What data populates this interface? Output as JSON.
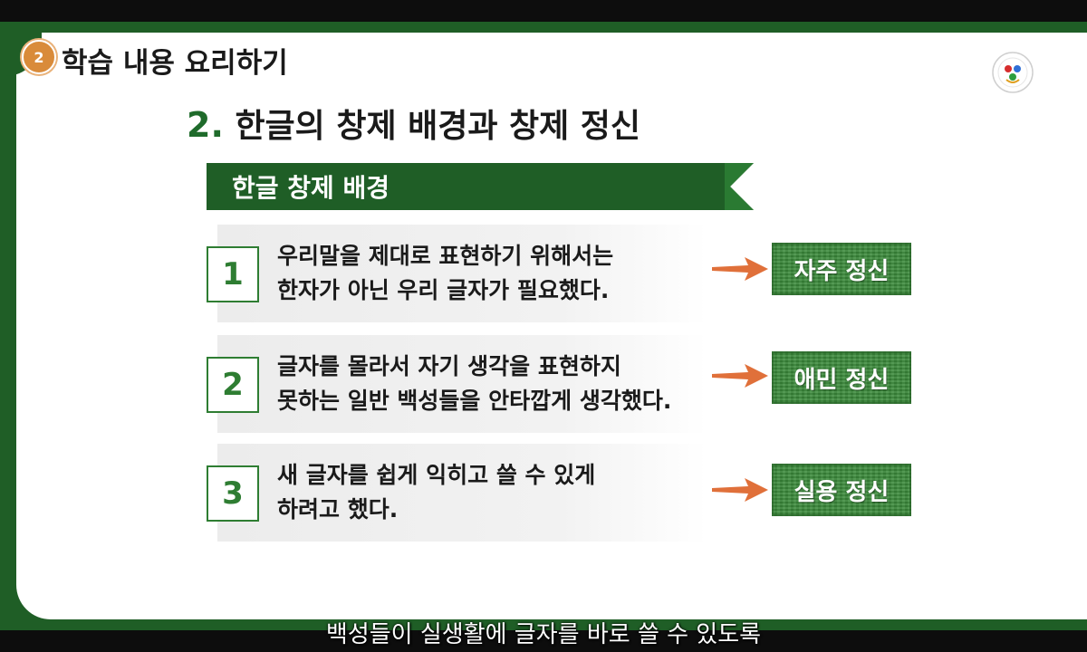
{
  "section": {
    "number": "2",
    "title": "학습 내용 요리하기"
  },
  "main_title": {
    "number": "2.",
    "text": "한글의 창제 배경과 창제 정신"
  },
  "banner": {
    "label": "한글 창제 배경"
  },
  "items": [
    {
      "number": "1",
      "line1": "우리말을 제대로 표현하기 위해서는",
      "line2": "한자가 아닌 우리 글자가 필요했다.",
      "tag": "자주 정신"
    },
    {
      "number": "2",
      "line1": "글자를 몰라서 자기 생각을 표현하지",
      "line2": "못하는 일반 백성들을 안타깝게 생각했다.",
      "tag": "애민 정신"
    },
    {
      "number": "3",
      "line1": "새 글자를 쉽게 익히고 쓸 수 있게",
      "line2": "하려고 했다.",
      "tag": "실용 정신"
    }
  ],
  "subtitle": "백성들이 실생활에 글자를 바로 쓸 수 있도록",
  "colors": {
    "frame_green": "#1f5e26",
    "accent_orange": "#e0703a",
    "tag_green": "#3a8a3a",
    "badge_orange": "#d98b3a"
  },
  "icons": {
    "arrow": "right-arrow-icon",
    "logo": "emblem-logo"
  }
}
